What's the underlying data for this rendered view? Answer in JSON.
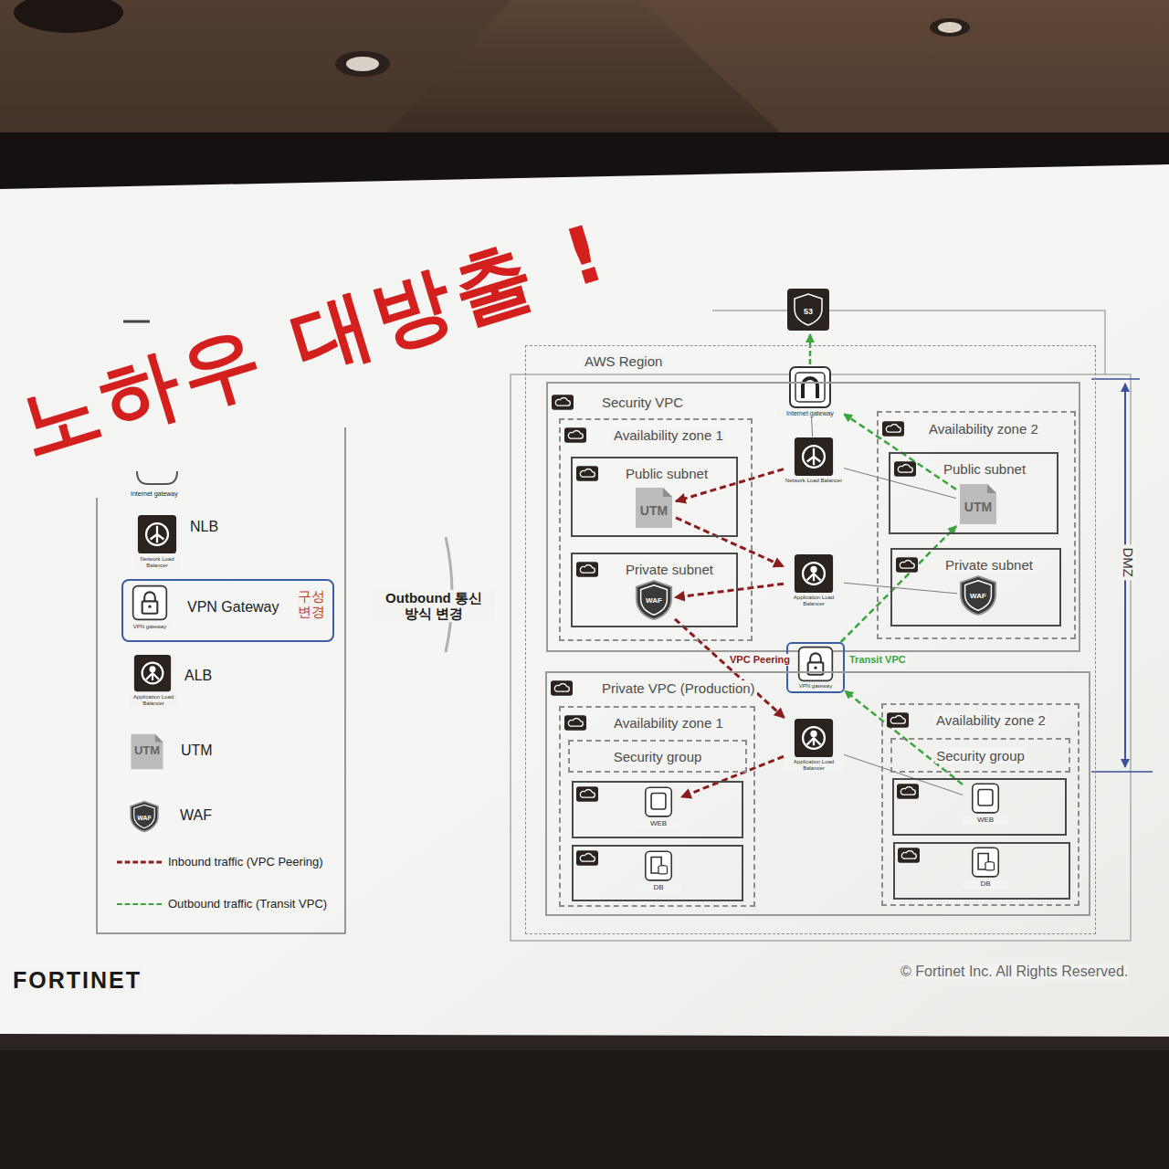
{
  "diagram": {
    "title": "노하우 대방출 !",
    "nodes": [
      {
        "text": [
          "AWS Region"
        ]
      },
      {
        "text": [
          "Internet gateway"
        ],
        "in": 0
      },
      {
        "text": [
          "Security VPC"
        ],
        "in": 0
      },
      {
        "text": [
          "Availability zone 1"
        ],
        "in": 2
      },
      {
        "text": [
          "Public subnet"
        ],
        "in": 3
      },
      {
        "text": [
          "UTM"
        ],
        "in": 4
      },
      {
        "text": [
          "Private subnet"
        ],
        "in": 3
      },
      {
        "text": [
          "WAF"
        ],
        "in": 6
      },
      {
        "text": [
          "Network Load Balancer"
        ],
        "in": 2
      },
      {
        "text": [
          "Availability zone 2"
        ],
        "in": 2
      },
      {
        "text": [
          "Public subnet"
        ],
        "in": 9
      },
      {
        "text": [
          "UTM"
        ],
        "in": 10
      },
      {
        "text": [
          "Private subnet"
        ],
        "in": 9
      },
      {
        "text": [
          "WAF"
        ],
        "in": 12
      },
      {
        "text": [
          "Application Load Balancer"
        ],
        "in": 2
      },
      {
        "text": [
          "VPN gateway"
        ],
        "in": 0
      },
      {
        "text": [
          "Private VPC (Production)"
        ],
        "in": 0
      },
      {
        "text": [
          "Availability zone 1"
        ],
        "in": 16
      },
      {
        "text": [
          "Security group"
        ],
        "in": 17
      },
      {
        "text": [
          "WEB"
        ],
        "in": 17
      },
      {
        "text": [
          "DB"
        ],
        "in": 17
      },
      {
        "text": [
          "Application Load Balancer"
        ],
        "in": 16
      },
      {
        "text": [
          "Availability zone 2"
        ],
        "in": 16
      },
      {
        "text": [
          "Security group"
        ],
        "in": 22
      },
      {
        "text": [
          "WEB"
        ],
        "in": 22
      },
      {
        "text": [
          "DB"
        ],
        "in": 22
      }
    ],
    "edges": [
      {
        "from": 8,
        "to": 5,
        "arrow": "to"
      },
      {
        "from": 5,
        "to": 14,
        "arrow": "to"
      },
      {
        "from": 14,
        "to": 7,
        "arrow": "to"
      },
      {
        "from": 7,
        "to": 21,
        "label": "VPC Peering",
        "arrow": "to"
      },
      {
        "from": 21,
        "to": 19,
        "arrow": "to"
      },
      {
        "from": 24,
        "to": 15,
        "arrow": "to"
      },
      {
        "from": 15,
        "to": 11,
        "label": "Transit VPC",
        "arrow": "to"
      },
      {
        "from": 11,
        "to": 1,
        "arrow": "to"
      },
      {
        "from": 8,
        "to": 11,
        "arrow": "none"
      },
      {
        "from": 14,
        "to": 13,
        "arrow": "none"
      },
      {
        "from": 21,
        "to": 24,
        "arrow": "none"
      },
      {
        "from": 1,
        "to": 8,
        "arrow": "none"
      }
    ],
    "labels": [
      "53",
      "Network Load Balancer",
      "VPN gateway",
      "구성 변경",
      "Application Load Balancer",
      "UTM",
      "WAF",
      "Outbound 통신 방식 변경",
      "DMZ",
      "FORTINET",
      "© Fortinet Inc. All Rights Reserved."
    ],
    "legend": [
      {
        "text": "Internet gateway"
      },
      {
        "text": "NLB"
      },
      {
        "text": "VPN Gateway"
      },
      {
        "text": "ALB"
      },
      {
        "text": "UTM"
      },
      {
        "text": "WAF"
      },
      {
        "text": "Inbound traffic (VPC Peering)"
      },
      {
        "text": "Outbound traffic (Transit VPC)"
      }
    ]
  }
}
